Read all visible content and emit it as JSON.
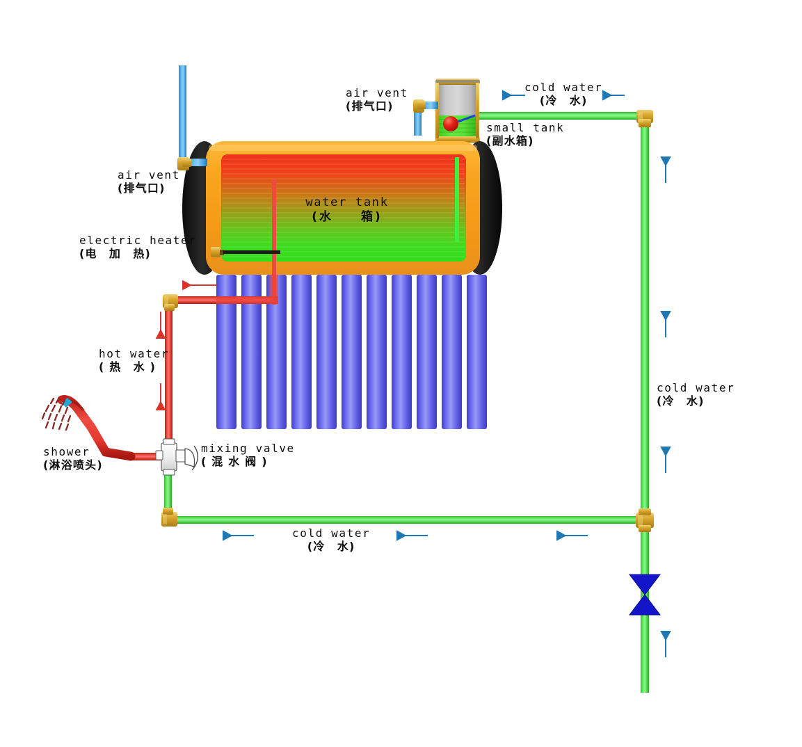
{
  "diagram": {
    "title": "Solar Water Heater System Schematic",
    "colors": {
      "cold_pipe": "#4ddb4d",
      "hot_pipe": "#e8413a",
      "vent_pipe": "#4aa8e8",
      "brass_fitting": "#d9a62e",
      "tank_shell": "#f5a01e",
      "tank_endcap": "#141414",
      "tube_blue": "#5a5ae0",
      "valve_blue": "#1414c8",
      "arrow_blue": "#1f77b4",
      "arrow_red": "#e03020",
      "float_ball": "#e02020",
      "tank_hot": "#f03018",
      "tank_cold": "#3ddc1e"
    },
    "labels": {
      "air_vent_left": {
        "en": "air vent",
        "cn": "(排气口)"
      },
      "air_vent_top": {
        "en": "air vent",
        "cn": "(排气口)"
      },
      "small_tank": {
        "en": "small tank",
        "cn": "(副水箱)"
      },
      "cold_water_top": {
        "en": "cold water",
        "cn": "(冷　水)"
      },
      "cold_water_right": {
        "en": "cold water",
        "cn": "(冷　水)"
      },
      "cold_water_bottom": {
        "en": "cold water",
        "cn": "(冷　水)"
      },
      "hot_water": {
        "en": "hot water",
        "cn": "(  热　水 )"
      },
      "electric_heater": {
        "en": "electric heater",
        "cn": "(电　加　热)"
      },
      "water_tank": {
        "en": "water tank",
        "cn": "(水　　箱)"
      },
      "mixing_valve": {
        "en": "mixing valve",
        "cn": "(  混 水 阀 )"
      },
      "shower": {
        "en": "shower",
        "cn": "(淋浴喷头)"
      }
    },
    "components": [
      {
        "name": "water-tank",
        "label": "water tank"
      },
      {
        "name": "small-tank",
        "label": "small tank"
      },
      {
        "name": "electric-heater",
        "label": "electric heater"
      },
      {
        "name": "evacuated-tubes",
        "label": "evacuated tube collector",
        "count": 11
      },
      {
        "name": "mixing-valve",
        "label": "mixing valve"
      },
      {
        "name": "shower-head",
        "label": "shower"
      },
      {
        "name": "air-vent-left",
        "label": "air vent"
      },
      {
        "name": "air-vent-top",
        "label": "air vent"
      },
      {
        "name": "gate-valve",
        "label": "butterfly valve"
      },
      {
        "name": "float-ball",
        "label": "float ball"
      }
    ],
    "flow_arrows": [
      {
        "name": "cold-top-1",
        "direction": "left"
      },
      {
        "name": "cold-top-2",
        "direction": "left"
      },
      {
        "name": "cold-right-1",
        "direction": "up"
      },
      {
        "name": "cold-right-2",
        "direction": "up"
      },
      {
        "name": "cold-right-3",
        "direction": "up"
      },
      {
        "name": "cold-right-4",
        "direction": "up"
      },
      {
        "name": "cold-bottom-1",
        "direction": "left"
      },
      {
        "name": "cold-bottom-2",
        "direction": "left"
      },
      {
        "name": "cold-bottom-3",
        "direction": "left"
      },
      {
        "name": "hot-top",
        "direction": "left"
      },
      {
        "name": "hot-down-1",
        "direction": "down"
      },
      {
        "name": "hot-down-2",
        "direction": "down"
      }
    ]
  }
}
